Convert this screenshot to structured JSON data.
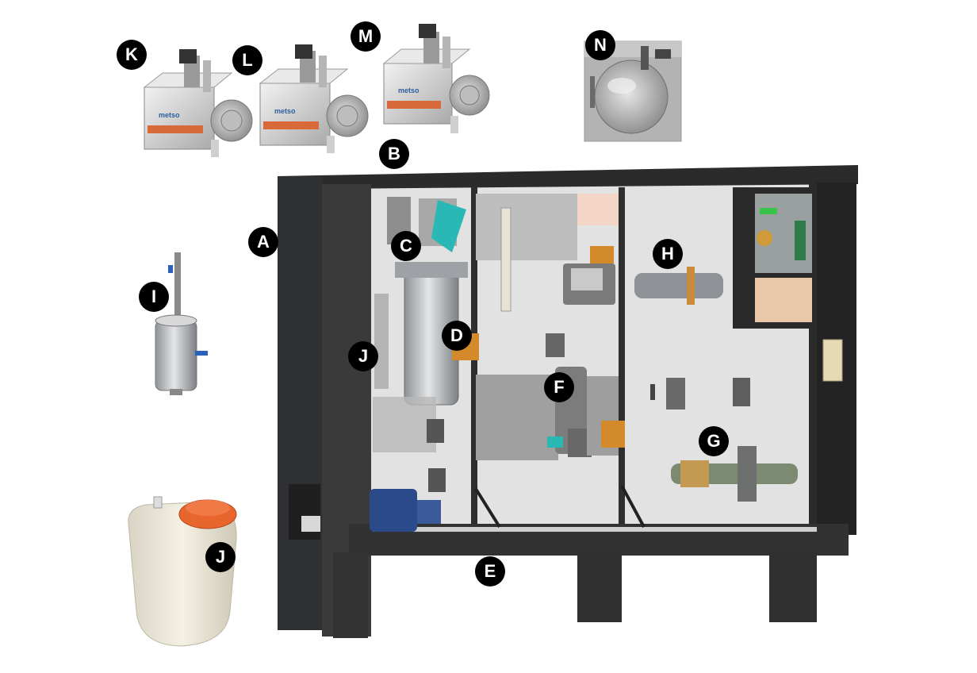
{
  "diagram": {
    "callouts": {
      "a": "A",
      "b": "B",
      "c": "C",
      "d": "D",
      "e": "E",
      "f": "F",
      "g": "G",
      "h": "H",
      "i": "I",
      "j1": "J",
      "j2": "J",
      "k": "K",
      "l": "L",
      "m": "M",
      "n": "N"
    },
    "analyzer_brand": "metso"
  }
}
